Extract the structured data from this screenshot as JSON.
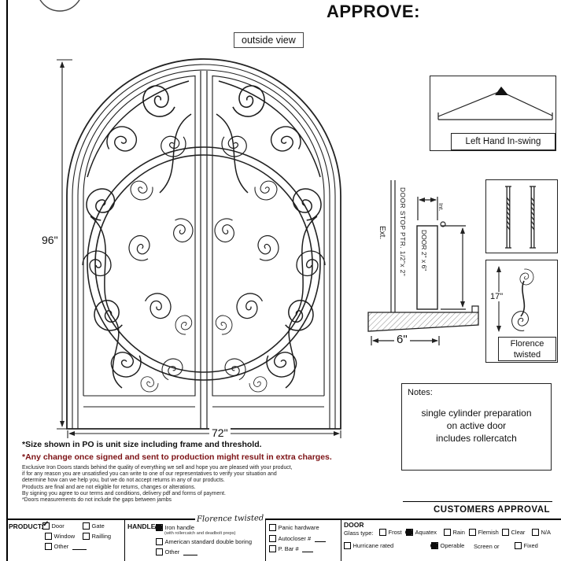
{
  "page": {
    "approve_label": "APPROVE:",
    "outside_view": "outside view"
  },
  "door_dims": {
    "height": "96\"",
    "width": "72\""
  },
  "swing": {
    "label": "Left Hand In-swing"
  },
  "jamb": {
    "ext": "Ext.",
    "int": "Int.",
    "door_stop": "DOOR STOP PTR. 1/2\"x 2\"",
    "door_size": "DOOR 2\" x 6\"",
    "depth": "6\""
  },
  "handle_detail": {
    "height": "17\"",
    "name_line1": "Florence",
    "name_line2": "twisted"
  },
  "notes": {
    "title": "Notes:",
    "line1": "single  cylinder preparation",
    "line2": "on active door",
    "line3": "includes rollercatch"
  },
  "footnotes": {
    "bold1": "*Size shown in PO is unit size including frame and threshold.",
    "bold2": "*Any change once signed and sent to production might result in extra charges.",
    "fine": [
      "Exclusive Iron Doors stands behind the quality of everything we sell and hope you are pleased with your product,",
      "if for any reason you are unsatisfied you can write to one of our representatives to verify your situation and",
      "determine how can we help you, but we do not accept returns in any of our products.",
      "Products are final and are not eligible for returns, changes or alterations.",
      "By signing you agree to our terms and conditions, delivery pdf and forms of payment.",
      "*Doors measurements do not include the gaps between jambs"
    ]
  },
  "approval_label": "CUSTOMERS APPROVAL",
  "form": {
    "product": {
      "title": "PRODUCT:",
      "options": [
        {
          "label": "Door",
          "checked": true
        },
        {
          "label": "Gate",
          "checked": false
        },
        {
          "label": "Window",
          "checked": false
        },
        {
          "label": "Railling",
          "checked": false
        },
        {
          "label": "Other",
          "checked": false
        }
      ]
    },
    "handle": {
      "title": "HANDLE",
      "handwritten": "Florence twisted",
      "options": [
        {
          "label": "Iron handle",
          "note": "(with rollercatch and deadbolt preps)",
          "checked": true
        },
        {
          "label": "American standard double boring",
          "checked": false
        },
        {
          "label": "Other",
          "checked": false
        }
      ]
    },
    "hardware": {
      "options": [
        {
          "label": "Panic hardware",
          "checked": false
        },
        {
          "label": "Autocloser #",
          "checked": false
        },
        {
          "label": "P. Bar #",
          "checked": false
        }
      ]
    },
    "door": {
      "title": "DOOR",
      "glass_label": "Glass type:",
      "glass_options": [
        {
          "label": "Frost",
          "checked": false
        },
        {
          "label": "Aquatex",
          "checked": true
        },
        {
          "label": "Rain",
          "checked": false
        },
        {
          "label": "Flemish",
          "checked": false
        },
        {
          "label": "Clear",
          "checked": false
        },
        {
          "label": "N/A",
          "checked": false
        }
      ],
      "hurricane": {
        "label": "Hurricane rated",
        "checked": false
      },
      "operable": {
        "label": "Operable",
        "checked": true
      },
      "screen_or": "Screen or",
      "fixed": {
        "label": "Fixed",
        "checked": false
      }
    }
  }
}
